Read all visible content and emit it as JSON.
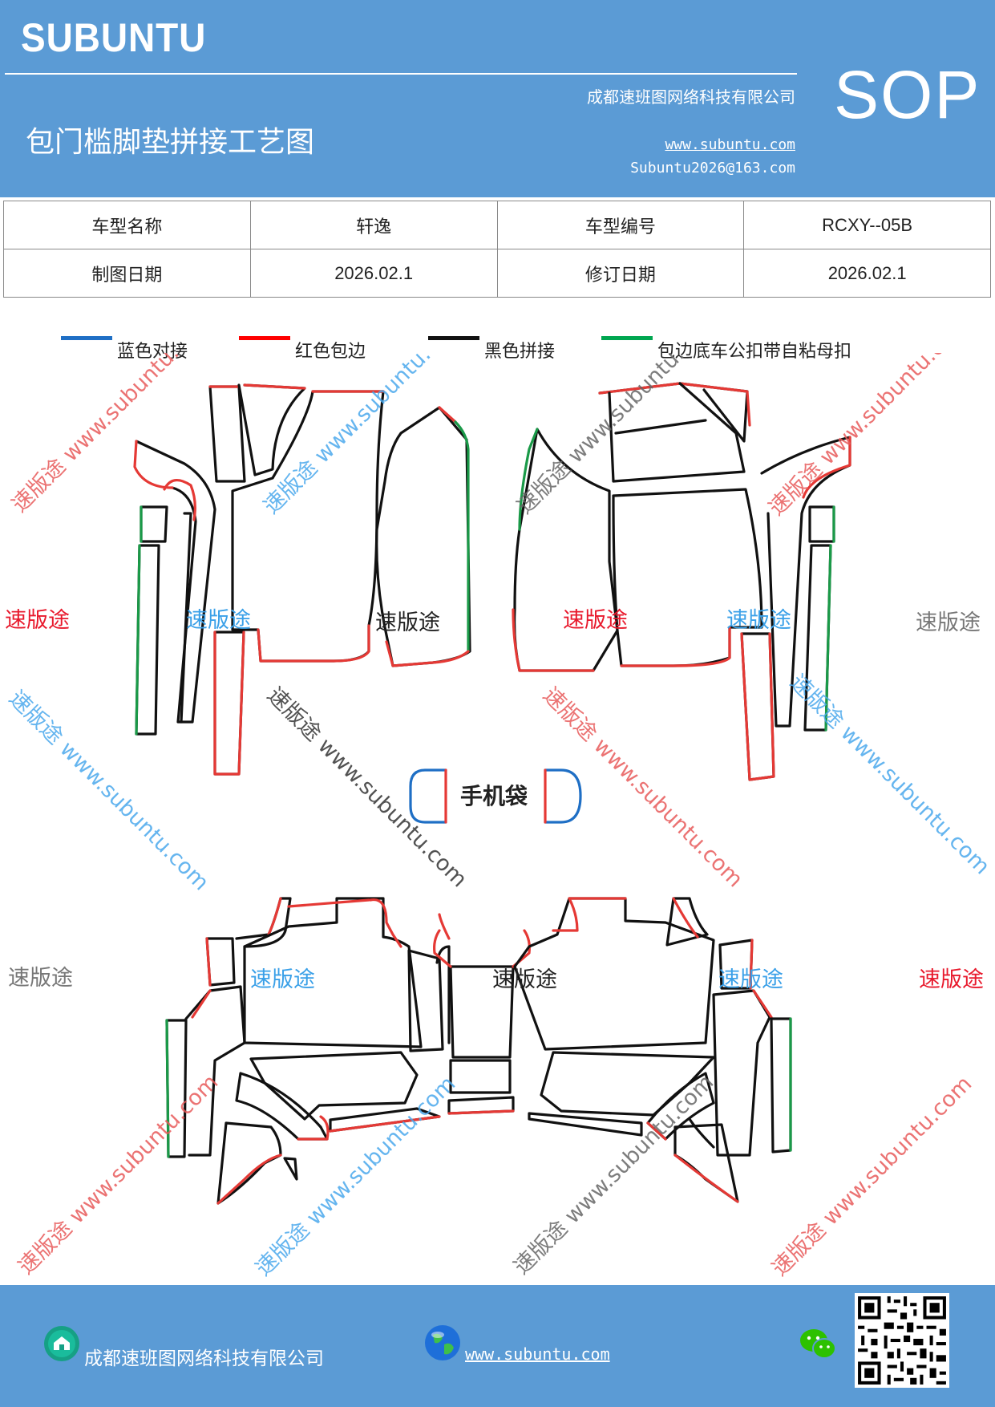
{
  "header": {
    "brand": "SUBUNTU",
    "company": "成都速班图网络科技有限公司",
    "title": "包门槛脚垫拼接工艺图",
    "website": "www.subuntu.com",
    "email": "Subuntu2026@163.com",
    "badge": "SOP"
  },
  "info_table": {
    "rows": [
      [
        "车型名称",
        "轩逸",
        "车型编号",
        "RCXY--05B"
      ],
      [
        "制图日期",
        "2026.02.1",
        "修订日期",
        "2026.02.1"
      ]
    ]
  },
  "legend": [
    {
      "label": "蓝色对接",
      "color": "#1f6fc5"
    },
    {
      "label": "红色包边",
      "color": "#ff0000"
    },
    {
      "label": "黑色拼接",
      "color": "#111111"
    },
    {
      "label": "包边底车公扣带自粘母扣",
      "color": "#00a650"
    }
  ],
  "diagram": {
    "phone_bag_label": "手机袋",
    "stamp": "速版途",
    "watermark": "速版途 www.subuntu.com",
    "colors": {
      "blue": "#1f6fc5",
      "red": "#e53935",
      "black": "#111111",
      "green": "#1a9a48"
    }
  },
  "footer": {
    "company": "成都速班图网络科技有限公司",
    "website": "www.subuntu.com"
  }
}
